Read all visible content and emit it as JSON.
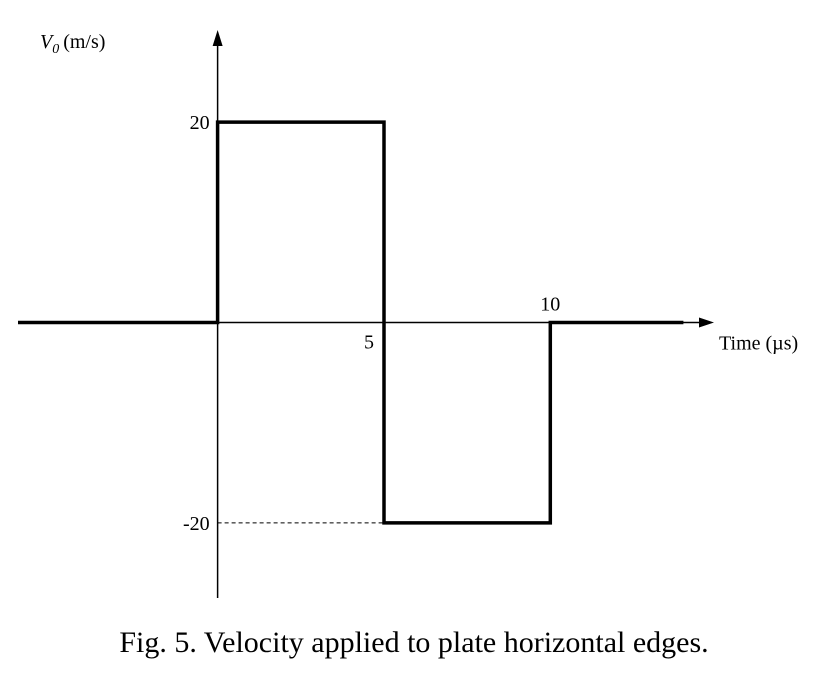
{
  "caption": "Fig. 5. Velocity applied to plate horizontal edges.",
  "chart_data": {
    "type": "line",
    "title": "",
    "ylabel": {
      "symbol": "V",
      "subscript": "0",
      "unit": "(m/s)"
    },
    "xlabel": "Time (µs)",
    "xlim": [
      -6,
      14.5
    ],
    "ylim": [
      -27.5,
      28
    ],
    "y_ticks": [
      {
        "value": 20,
        "label": "20"
      },
      {
        "value": -20,
        "label": "-20"
      }
    ],
    "x_ticks": [
      {
        "value": 5,
        "label": "5",
        "position": "below"
      },
      {
        "value": 10,
        "label": "10",
        "position": "above"
      }
    ],
    "series": [
      {
        "x": [
          -6,
          0,
          0,
          5,
          5,
          10,
          10,
          14
        ],
        "y": [
          0,
          0,
          20,
          20,
          -20,
          -20,
          0,
          0
        ]
      }
    ],
    "reference_lines": [
      {
        "style": "dashed",
        "y": -20,
        "x_from": 0,
        "x_to": 5
      }
    ],
    "grid": false,
    "legend": "none",
    "line_color": "#000000"
  }
}
